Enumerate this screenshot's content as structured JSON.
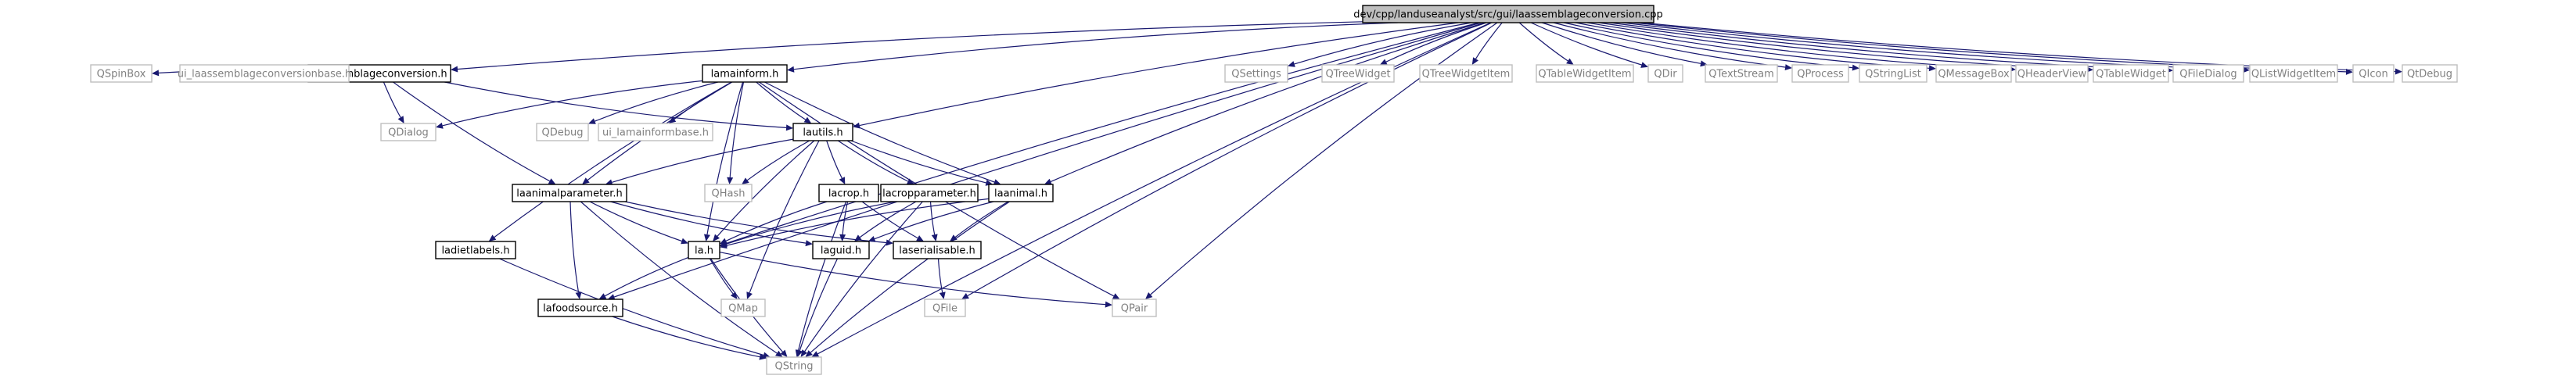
{
  "colors": {
    "edge": "#191970",
    "node_border": "#000000",
    "missing_border": "#bfbfbf",
    "root_fill": "#bfbfbf",
    "node_fill": "#ffffff",
    "text": "#000000",
    "missing_text": "#808080"
  },
  "nodes": {
    "root": {
      "label": "dev/cpp/landuseanalyst/src/gui/laassemblageconversion.cpp",
      "kind": "root"
    },
    "laassemblageconversion_h": {
      "label": "laassemblageconversion.h",
      "kind": "file"
    },
    "lamainform_h": {
      "label": "lamainform.h",
      "kind": "file"
    },
    "lautils_h": {
      "label": "lautils.h",
      "kind": "file"
    },
    "laanimalparameter_h": {
      "label": "laanimalparameter.h",
      "kind": "file"
    },
    "lacrop_h": {
      "label": "lacrop.h",
      "kind": "file"
    },
    "lacropparameter_h": {
      "label": "lacropparameter.h",
      "kind": "file"
    },
    "laanimal_h": {
      "label": "laanimal.h",
      "kind": "file"
    },
    "ladietlabels_h": {
      "label": "ladietlabels.h",
      "kind": "file"
    },
    "la_h": {
      "label": "la.h",
      "kind": "file"
    },
    "laguid_h": {
      "label": "laguid.h",
      "kind": "file"
    },
    "laserialisable_h": {
      "label": "laserialisable.h",
      "kind": "file"
    },
    "lafoodsource_h": {
      "label": "lafoodsource.h",
      "kind": "file"
    },
    "QSpinBox": {
      "label": "QSpinBox",
      "kind": "missing"
    },
    "ui_laassemblageconversionbase_h": {
      "label": "ui_laassemblageconversionbase.h",
      "kind": "missing"
    },
    "QDialog": {
      "label": "QDialog",
      "kind": "missing"
    },
    "QDebug": {
      "label": "QDebug",
      "kind": "missing"
    },
    "ui_lamainformbase_h": {
      "label": "ui_lamainformbase.h",
      "kind": "missing"
    },
    "QHash": {
      "label": "QHash",
      "kind": "missing"
    },
    "QMap": {
      "label": "QMap",
      "kind": "missing"
    },
    "QFile": {
      "label": "QFile",
      "kind": "missing"
    },
    "QPair": {
      "label": "QPair",
      "kind": "missing"
    },
    "QString": {
      "label": "QString",
      "kind": "missing"
    },
    "QSettings": {
      "label": "QSettings",
      "kind": "missing"
    },
    "QTreeWidget": {
      "label": "QTreeWidget",
      "kind": "missing"
    },
    "QTreeWidgetItem": {
      "label": "QTreeWidgetItem",
      "kind": "missing"
    },
    "QTableWidgetItem": {
      "label": "QTableWidgetItem",
      "kind": "missing"
    },
    "QDir": {
      "label": "QDir",
      "kind": "missing"
    },
    "QTextStream": {
      "label": "QTextStream",
      "kind": "missing"
    },
    "QProcess": {
      "label": "QProcess",
      "kind": "missing"
    },
    "QStringList": {
      "label": "QStringList",
      "kind": "missing"
    },
    "QMessageBox": {
      "label": "QMessageBox",
      "kind": "missing"
    },
    "QHeaderView": {
      "label": "QHeaderView",
      "kind": "missing"
    },
    "QTableWidget": {
      "label": "QTableWidget",
      "kind": "missing"
    },
    "QFileDialog": {
      "label": "QFileDialog",
      "kind": "missing"
    },
    "QListWidgetItem": {
      "label": "QListWidgetItem",
      "kind": "missing"
    },
    "QIcon": {
      "label": "QIcon",
      "kind": "missing"
    },
    "QtDebug": {
      "label": "QtDebug",
      "kind": "missing"
    }
  },
  "edges": [
    [
      "root",
      "laassemblageconversion_h"
    ],
    [
      "root",
      "lamainform_h"
    ],
    [
      "root",
      "lautils_h"
    ],
    [
      "root",
      "laanimal_h"
    ],
    [
      "root",
      "la_h"
    ],
    [
      "root",
      "lafoodsource_h"
    ],
    [
      "root",
      "QFile"
    ],
    [
      "root",
      "QPair"
    ],
    [
      "root",
      "QString"
    ],
    [
      "root",
      "QSettings"
    ],
    [
      "root",
      "QTreeWidget"
    ],
    [
      "root",
      "QTreeWidgetItem"
    ],
    [
      "root",
      "QTableWidgetItem"
    ],
    [
      "root",
      "QDir"
    ],
    [
      "root",
      "QTextStream"
    ],
    [
      "root",
      "QProcess"
    ],
    [
      "root",
      "QStringList"
    ],
    [
      "root",
      "QMessageBox"
    ],
    [
      "root",
      "QHeaderView"
    ],
    [
      "root",
      "QTableWidget"
    ],
    [
      "root",
      "QFileDialog"
    ],
    [
      "root",
      "QListWidgetItem"
    ],
    [
      "root",
      "QIcon"
    ],
    [
      "root",
      "QtDebug"
    ],
    [
      "laassemblageconversion_h",
      "QSpinBox"
    ],
    [
      "laassemblageconversion_h",
      "ui_laassemblageconversionbase_h"
    ],
    [
      "laassemblageconversion_h",
      "QDialog"
    ],
    [
      "laassemblageconversion_h",
      "lautils_h"
    ],
    [
      "laassemblageconversion_h",
      "laanimalparameter_h"
    ],
    [
      "lamainform_h",
      "QDialog"
    ],
    [
      "lamainform_h",
      "QDebug"
    ],
    [
      "lamainform_h",
      "ui_lamainformbase_h"
    ],
    [
      "lamainform_h",
      "lautils_h"
    ],
    [
      "lamainform_h",
      "laanimalparameter_h"
    ],
    [
      "lamainform_h",
      "laanimal_h"
    ],
    [
      "lamainform_h",
      "ladietlabels_h"
    ],
    [
      "lamainform_h",
      "la_h"
    ],
    [
      "lamainform_h",
      "QHash"
    ],
    [
      "lamainform_h",
      "QPair"
    ],
    [
      "lautils_h",
      "laanimalparameter_h"
    ],
    [
      "lautils_h",
      "lacrop_h"
    ],
    [
      "lautils_h",
      "lacropparameter_h"
    ],
    [
      "lautils_h",
      "laanimal_h"
    ],
    [
      "lautils_h",
      "QHash"
    ],
    [
      "lautils_h",
      "la_h"
    ],
    [
      "lautils_h",
      "QMap"
    ],
    [
      "laanimalparameter_h",
      "la_h"
    ],
    [
      "laanimalparameter_h",
      "laguid_h"
    ],
    [
      "laanimalparameter_h",
      "laserialisable_h"
    ],
    [
      "laanimalparameter_h",
      "lafoodsource_h"
    ],
    [
      "laanimalparameter_h",
      "QString"
    ],
    [
      "lacrop_h",
      "la_h"
    ],
    [
      "lacrop_h",
      "laguid_h"
    ],
    [
      "lacrop_h",
      "laserialisable_h"
    ],
    [
      "lacrop_h",
      "QString"
    ],
    [
      "lacropparameter_h",
      "la_h"
    ],
    [
      "lacropparameter_h",
      "laguid_h"
    ],
    [
      "lacropparameter_h",
      "laserialisable_h"
    ],
    [
      "lacropparameter_h",
      "QString"
    ],
    [
      "laanimal_h",
      "la_h"
    ],
    [
      "laanimal_h",
      "laguid_h"
    ],
    [
      "laanimal_h",
      "laserialisable_h"
    ],
    [
      "laanimal_h",
      "QString"
    ],
    [
      "ladietlabels_h",
      "QString"
    ],
    [
      "la_h",
      "lafoodsource_h"
    ],
    [
      "la_h",
      "QMap"
    ],
    [
      "la_h",
      "QPair"
    ],
    [
      "la_h",
      "QString"
    ],
    [
      "laguid_h",
      "QString"
    ],
    [
      "laserialisable_h",
      "QFile"
    ],
    [
      "lafoodsource_h",
      "QString"
    ]
  ]
}
